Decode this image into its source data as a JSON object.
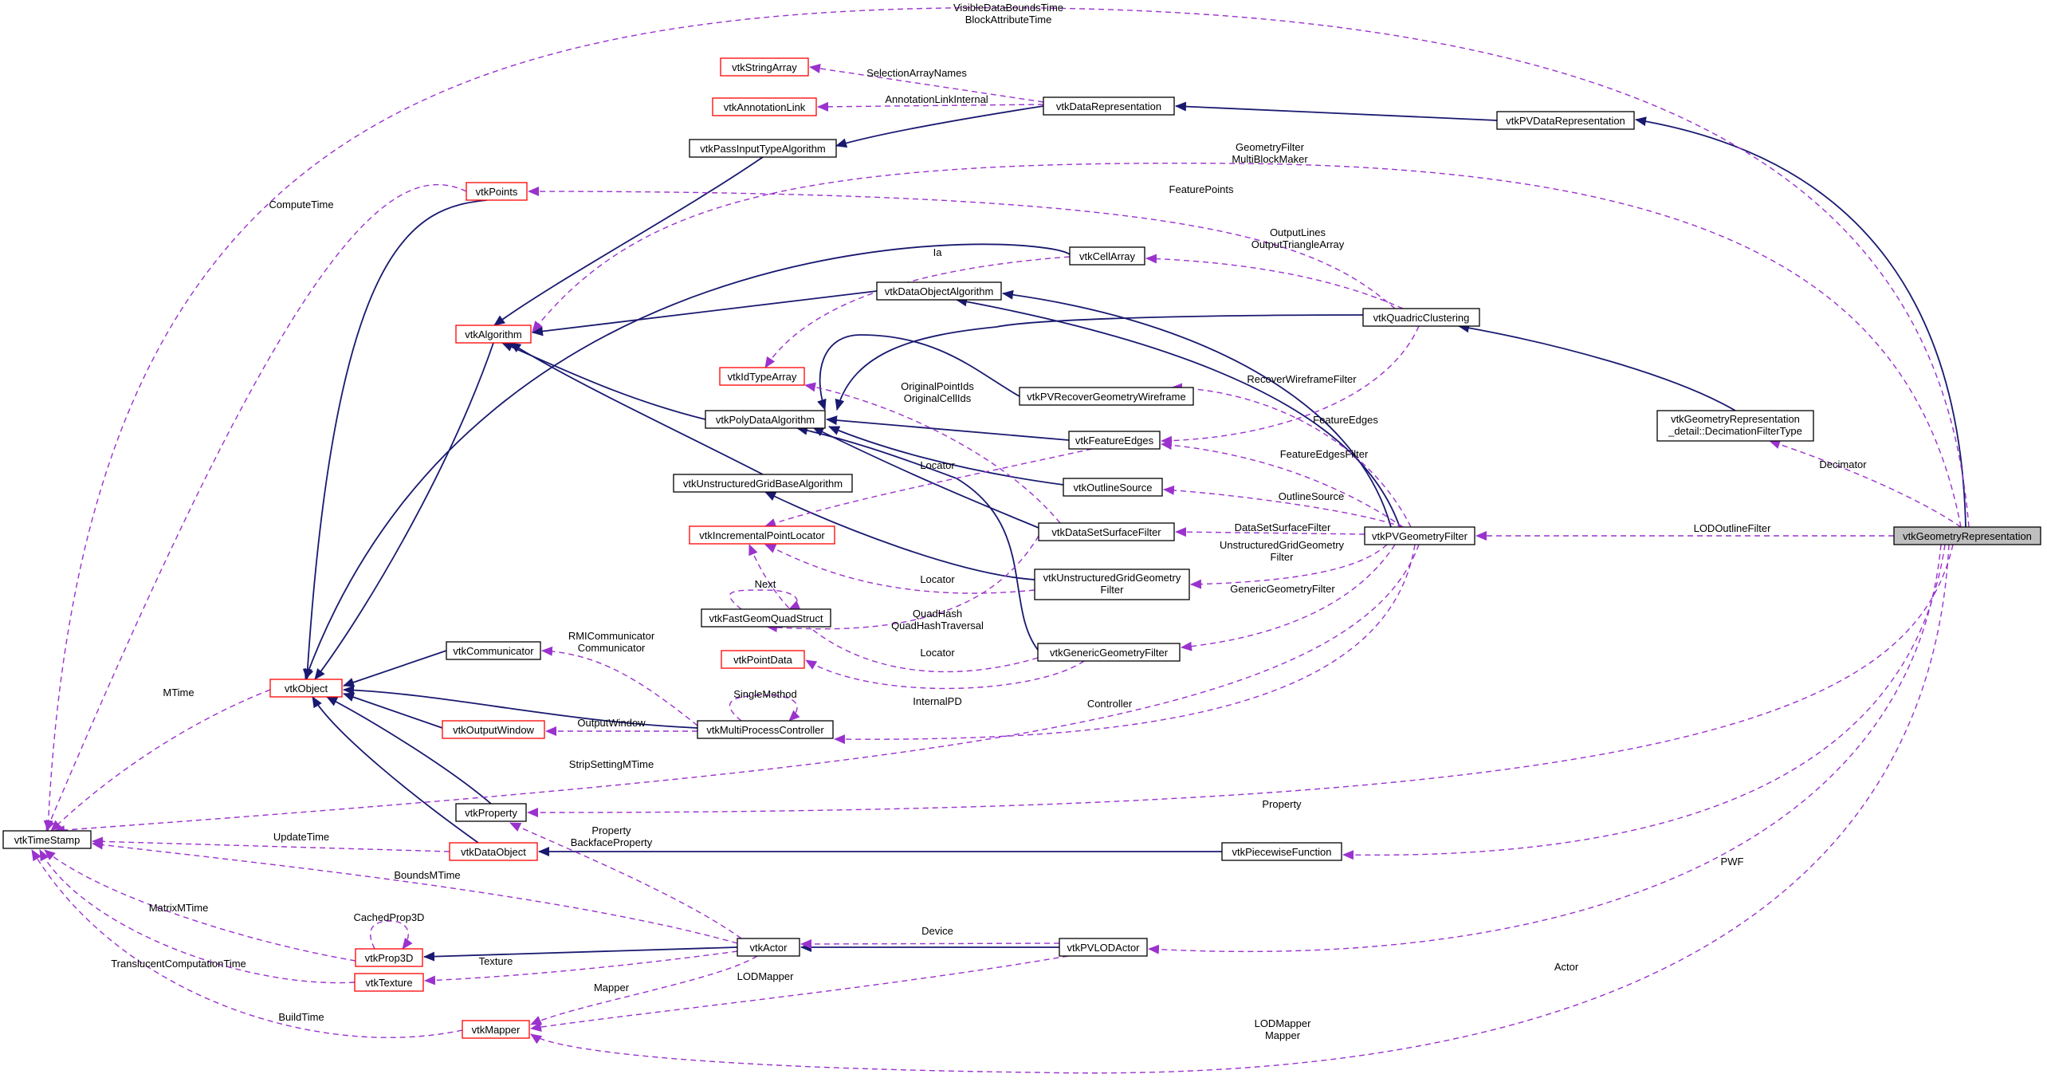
{
  "colors": {
    "inheritance": "#191970",
    "usage": "#9a32cd",
    "border_normal": "#000000",
    "border_undocumented": "#ff0000",
    "highlight_fill": "#bfbfbf",
    "node_fill": "#ffffff"
  },
  "nodes": [
    {
      "id": "vtkTimeStamp",
      "lines": [
        "vtkTimeStamp"
      ],
      "style": "normal"
    },
    {
      "id": "vtkObject",
      "lines": [
        "vtkObject"
      ],
      "style": "red"
    },
    {
      "id": "vtkPoints",
      "lines": [
        "vtkPoints"
      ],
      "style": "red"
    },
    {
      "id": "vtkAlgorithm",
      "lines": [
        "vtkAlgorithm"
      ],
      "style": "red"
    },
    {
      "id": "vtkStringArray",
      "lines": [
        "vtkStringArray"
      ],
      "style": "red"
    },
    {
      "id": "vtkAnnotationLink",
      "lines": [
        "vtkAnnotationLink"
      ],
      "style": "red"
    },
    {
      "id": "vtkPassInputTypeAlgorithm",
      "lines": [
        "vtkPassInputTypeAlgorithm"
      ],
      "style": "normal"
    },
    {
      "id": "vtkDataRepresentation",
      "lines": [
        "vtkDataRepresentation"
      ],
      "style": "normal"
    },
    {
      "id": "vtkPVDataRepresentation",
      "lines": [
        "vtkPVDataRepresentation"
      ],
      "style": "normal"
    },
    {
      "id": "vtkCellArray",
      "lines": [
        "vtkCellArray"
      ],
      "style": "normal"
    },
    {
      "id": "vtkDataObjectAlgorithm",
      "lines": [
        "vtkDataObjectAlgorithm"
      ],
      "style": "normal"
    },
    {
      "id": "vtkQuadricClustering",
      "lines": [
        "vtkQuadricClustering"
      ],
      "style": "normal"
    },
    {
      "id": "vtkIdTypeArray",
      "lines": [
        "vtkIdTypeArray"
      ],
      "style": "red"
    },
    {
      "id": "vtkPVRecoverGeometryWireframe",
      "lines": [
        "vtkPVRecoverGeometryWireframe"
      ],
      "style": "normal"
    },
    {
      "id": "vtkPolyDataAlgorithm",
      "lines": [
        "vtkPolyDataAlgorithm"
      ],
      "style": "normal"
    },
    {
      "id": "vtkFeatureEdges",
      "lines": [
        "vtkFeatureEdges"
      ],
      "style": "normal"
    },
    {
      "id": "vtkGeometryRepresentation_detail",
      "lines": [
        "vtkGeometryRepresentation",
        "_detail::DecimationFilterType"
      ],
      "style": "normal"
    },
    {
      "id": "vtkUnstructuredGridBaseAlgorithm",
      "lines": [
        "vtkUnstructuredGridBaseAlgorithm"
      ],
      "style": "normal"
    },
    {
      "id": "vtkOutlineSource",
      "lines": [
        "vtkOutlineSource"
      ],
      "style": "normal"
    },
    {
      "id": "vtkIncrementalPointLocator",
      "lines": [
        "vtkIncrementalPointLocator"
      ],
      "style": "red"
    },
    {
      "id": "vtkDataSetSurfaceFilter",
      "lines": [
        "vtkDataSetSurfaceFilter"
      ],
      "style": "normal"
    },
    {
      "id": "vtkPVGeometryFilter",
      "lines": [
        "vtkPVGeometryFilter"
      ],
      "style": "normal"
    },
    {
      "id": "vtkGeometryRepresentation",
      "lines": [
        "vtkGeometryRepresentation"
      ],
      "style": "highlight"
    },
    {
      "id": "vtkUnstructuredGridGeometryFilter",
      "lines": [
        "vtkUnstructuredGridGeometry",
        "Filter"
      ],
      "style": "normal"
    },
    {
      "id": "vtkFastGeomQuadStruct",
      "lines": [
        "vtkFastGeomQuadStruct"
      ],
      "style": "normal"
    },
    {
      "id": "vtkCommunicator",
      "lines": [
        "vtkCommunicator"
      ],
      "style": "normal"
    },
    {
      "id": "vtkPointData",
      "lines": [
        "vtkPointData"
      ],
      "style": "red"
    },
    {
      "id": "vtkGenericGeometryFilter",
      "lines": [
        "vtkGenericGeometryFilter"
      ],
      "style": "normal"
    },
    {
      "id": "vtkOutputWindow",
      "lines": [
        "vtkOutputWindow"
      ],
      "style": "red"
    },
    {
      "id": "vtkMultiProcessController",
      "lines": [
        "vtkMultiProcessController"
      ],
      "style": "normal"
    },
    {
      "id": "vtkProperty",
      "lines": [
        "vtkProperty"
      ],
      "style": "normal"
    },
    {
      "id": "vtkDataObject",
      "lines": [
        "vtkDataObject"
      ],
      "style": "red"
    },
    {
      "id": "vtkPiecewiseFunction",
      "lines": [
        "vtkPiecewiseFunction"
      ],
      "style": "normal"
    },
    {
      "id": "vtkProp3D",
      "lines": [
        "vtkProp3D"
      ],
      "style": "red"
    },
    {
      "id": "vtkActor",
      "lines": [
        "vtkActor"
      ],
      "style": "normal"
    },
    {
      "id": "vtkPVLODActor",
      "lines": [
        "vtkPVLODActor"
      ],
      "style": "normal"
    },
    {
      "id": "vtkTexture",
      "lines": [
        "vtkTexture"
      ],
      "style": "red"
    },
    {
      "id": "vtkMapper",
      "lines": [
        "vtkMapper"
      ],
      "style": "red"
    }
  ],
  "edge_labels": [
    {
      "id": "visible-data-bounds",
      "lines": [
        "VisibleDataBoundsTime",
        "BlockAttributeTime"
      ]
    },
    {
      "id": "selection-array-names",
      "lines": [
        "SelectionArrayNames"
      ]
    },
    {
      "id": "annotation-link-internal",
      "lines": [
        "AnnotationLinkInternal"
      ]
    },
    {
      "id": "geometry-filter",
      "lines": [
        "GeometryFilter",
        "MultiBlockMaker"
      ]
    },
    {
      "id": "compute-time",
      "lines": [
        "ComputeTime"
      ]
    },
    {
      "id": "feature-points",
      "lines": [
        "FeaturePoints"
      ]
    },
    {
      "id": "ia",
      "lines": [
        "Ia"
      ]
    },
    {
      "id": "output-lines",
      "lines": [
        "OutputLines",
        "OutputTriangleArray"
      ]
    },
    {
      "id": "recover-wireframe-filter",
      "lines": [
        "RecoverWireframeFilter"
      ]
    },
    {
      "id": "original-point-ids",
      "lines": [
        "OriginalPointIds",
        "OriginalCellIds"
      ]
    },
    {
      "id": "feature-edges",
      "lines": [
        "FeatureEdges"
      ]
    },
    {
      "id": "decimator",
      "lines": [
        "Decimator"
      ]
    },
    {
      "id": "feature-edges-filter",
      "lines": [
        "FeatureEdgesFilter"
      ]
    },
    {
      "id": "locator-top",
      "lines": [
        "Locator"
      ]
    },
    {
      "id": "outline-source",
      "lines": [
        "OutlineSource"
      ]
    },
    {
      "id": "dataset-surface-filter",
      "lines": [
        "DataSetSurfaceFilter"
      ]
    },
    {
      "id": "lod-outline-filter",
      "lines": [
        "LODOutlineFilter"
      ]
    },
    {
      "id": "unstructured-grid-geometry-filter",
      "lines": [
        "UnstructuredGridGeometry",
        "Filter"
      ]
    },
    {
      "id": "next",
      "lines": [
        "Next"
      ]
    },
    {
      "id": "locator-mid",
      "lines": [
        "Locator"
      ]
    },
    {
      "id": "generic-geometry-filter",
      "lines": [
        "GenericGeometryFilter"
      ]
    },
    {
      "id": "quad-hash",
      "lines": [
        "QuadHash",
        "QuadHashTraversal"
      ]
    },
    {
      "id": "rmi-communicator",
      "lines": [
        "RMICommunicator",
        "Communicator"
      ]
    },
    {
      "id": "locator-bottom",
      "lines": [
        "Locator"
      ]
    },
    {
      "id": "mtime",
      "lines": [
        "MTime"
      ]
    },
    {
      "id": "single-method",
      "lines": [
        "SingleMethod"
      ]
    },
    {
      "id": "internal-pd",
      "lines": [
        "InternalPD"
      ]
    },
    {
      "id": "controller",
      "lines": [
        "Controller"
      ]
    },
    {
      "id": "output-window",
      "lines": [
        "OutputWindow"
      ]
    },
    {
      "id": "strip-setting-mtime",
      "lines": [
        "StripSettingMTime"
      ]
    },
    {
      "id": "property",
      "lines": [
        "Property"
      ]
    },
    {
      "id": "property-backface",
      "lines": [
        "Property",
        "BackfaceProperty"
      ]
    },
    {
      "id": "update-time",
      "lines": [
        "UpdateTime"
      ]
    },
    {
      "id": "pwf",
      "lines": [
        "PWF"
      ]
    },
    {
      "id": "bounds-mtime",
      "lines": [
        "BoundsMTime"
      ]
    },
    {
      "id": "matrix-mtime",
      "lines": [
        "MatrixMTime"
      ]
    },
    {
      "id": "cached-prop3d",
      "lines": [
        "CachedProp3D"
      ]
    },
    {
      "id": "device",
      "lines": [
        "Device"
      ]
    },
    {
      "id": "texture",
      "lines": [
        "Texture"
      ]
    },
    {
      "id": "translucent-computation-time",
      "lines": [
        "TranslucentComputationTime"
      ]
    },
    {
      "id": "actor",
      "lines": [
        "Actor"
      ]
    },
    {
      "id": "mapper",
      "lines": [
        "Mapper"
      ]
    },
    {
      "id": "lod-mapper",
      "lines": [
        "LODMapper"
      ]
    },
    {
      "id": "build-time",
      "lines": [
        "BuildTime"
      ]
    },
    {
      "id": "lod-mapper-mapper",
      "lines": [
        "LODMapper",
        "Mapper"
      ]
    }
  ]
}
